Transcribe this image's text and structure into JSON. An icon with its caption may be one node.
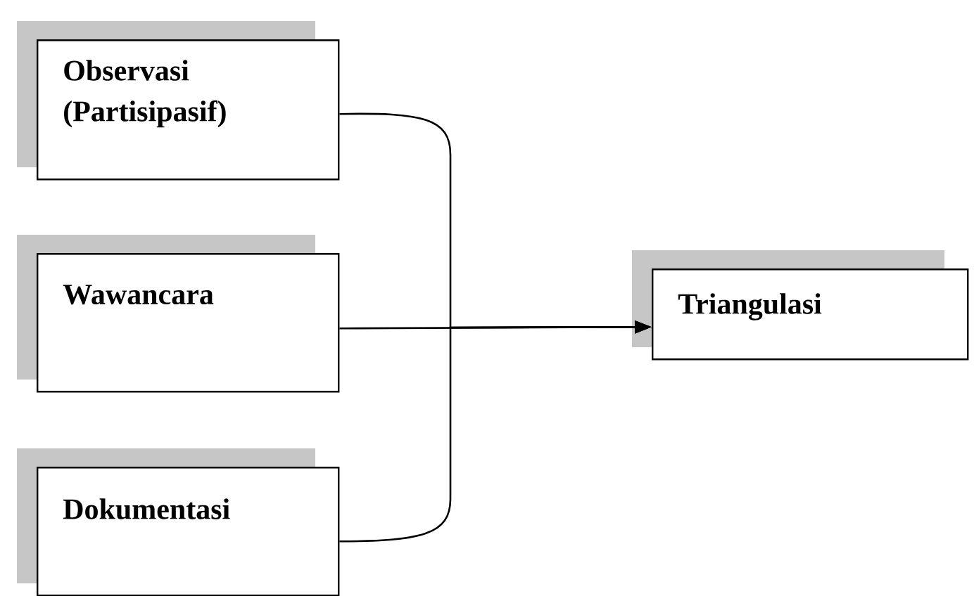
{
  "diagram": {
    "nodes": [
      {
        "text": [
          "Observasi (Partisipasif)"
        ]
      },
      {
        "text": [
          "Wawancara"
        ]
      },
      {
        "text": [
          "Dokumentasi"
        ]
      },
      {
        "text": [
          "Triangulasi"
        ]
      }
    ],
    "edges": [
      {
        "from": 0,
        "to": 3,
        "arrow": "to"
      },
      {
        "from": 1,
        "to": 3,
        "arrow": "to"
      },
      {
        "from": 2,
        "to": 3,
        "arrow": "to"
      }
    ]
  }
}
